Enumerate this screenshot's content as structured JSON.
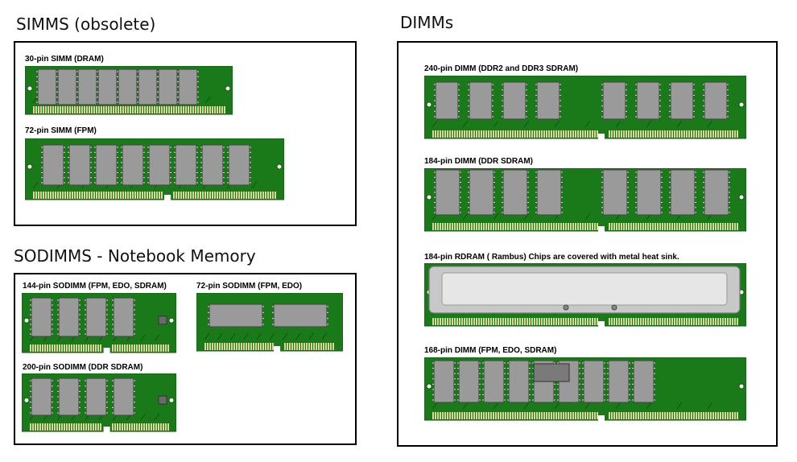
{
  "sections": {
    "simms": {
      "title": "SIMMS (obsolete)",
      "modules": {
        "simm30": {
          "label": "30-pin SIMM (DRAM)"
        },
        "simm72": {
          "label": "72-pin SIMM (FPM)"
        }
      }
    },
    "sodimms": {
      "title": "SODIMMS - Notebook Memory",
      "modules": {
        "sodimm144": {
          "label": "144-pin SODIMM (FPM, EDO, SDRAM)"
        },
        "sodimm72": {
          "label": "72-pin SODIMM (FPM, EDO)"
        },
        "sodimm200": {
          "label": "200-pin SODIMM (DDR SDRAM)"
        }
      }
    },
    "dimms": {
      "title": "DIMMs",
      "modules": {
        "dimm240": {
          "label": "240-pin DIMM (DDR2 and DDR3 SDRAM)"
        },
        "dimm184": {
          "label": "184-pin DIMM (DDR SDRAM)"
        },
        "rdram184": {
          "label": "184-pin RDRAM ( Rambus)  Chips are covered with metal heat sink."
        },
        "dimm168": {
          "label": "168-pin DIMM (FPM, EDO, SDRAM)"
        }
      }
    }
  },
  "colors": {
    "pcb": "#1a7a1a",
    "pcb_dark": "#0f5a0f",
    "chip": "#9a9a9a",
    "chip_border": "#4a4a4a",
    "pin": "#d8d89a",
    "heatsink": "#c8c8c8",
    "border": "#000000"
  }
}
